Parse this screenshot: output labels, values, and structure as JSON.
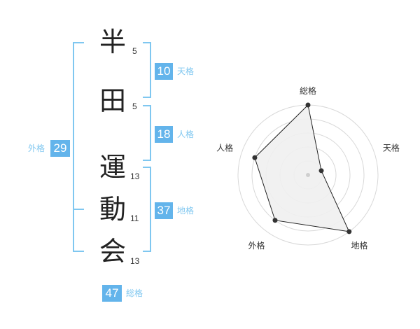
{
  "name": {
    "chars": [
      "半",
      "田",
      "運",
      "動",
      "会"
    ],
    "strokes": [
      "5",
      "5",
      "13",
      "11",
      "13"
    ]
  },
  "kakusu": {
    "tenkaku": {
      "value": "10",
      "label": "天格"
    },
    "jinkaku": {
      "value": "18",
      "label": "人格"
    },
    "chikaku": {
      "value": "37",
      "label": "地格"
    },
    "gaikaku": {
      "value": "29",
      "label": "外格"
    },
    "soukaku": {
      "value": "47",
      "label": "総格"
    }
  },
  "radar": {
    "axes": [
      "総格",
      "天格",
      "地格",
      "外格",
      "人格"
    ],
    "levels": 5,
    "values": [
      5,
      1,
      5,
      4,
      4
    ],
    "fill_color": "#f0f0f0",
    "line_color": "#222222",
    "grid_color": "#d8d8d8"
  },
  "colors": {
    "accent_blue": "#63b4eb",
    "bracket_blue": "#7fc7f0"
  }
}
